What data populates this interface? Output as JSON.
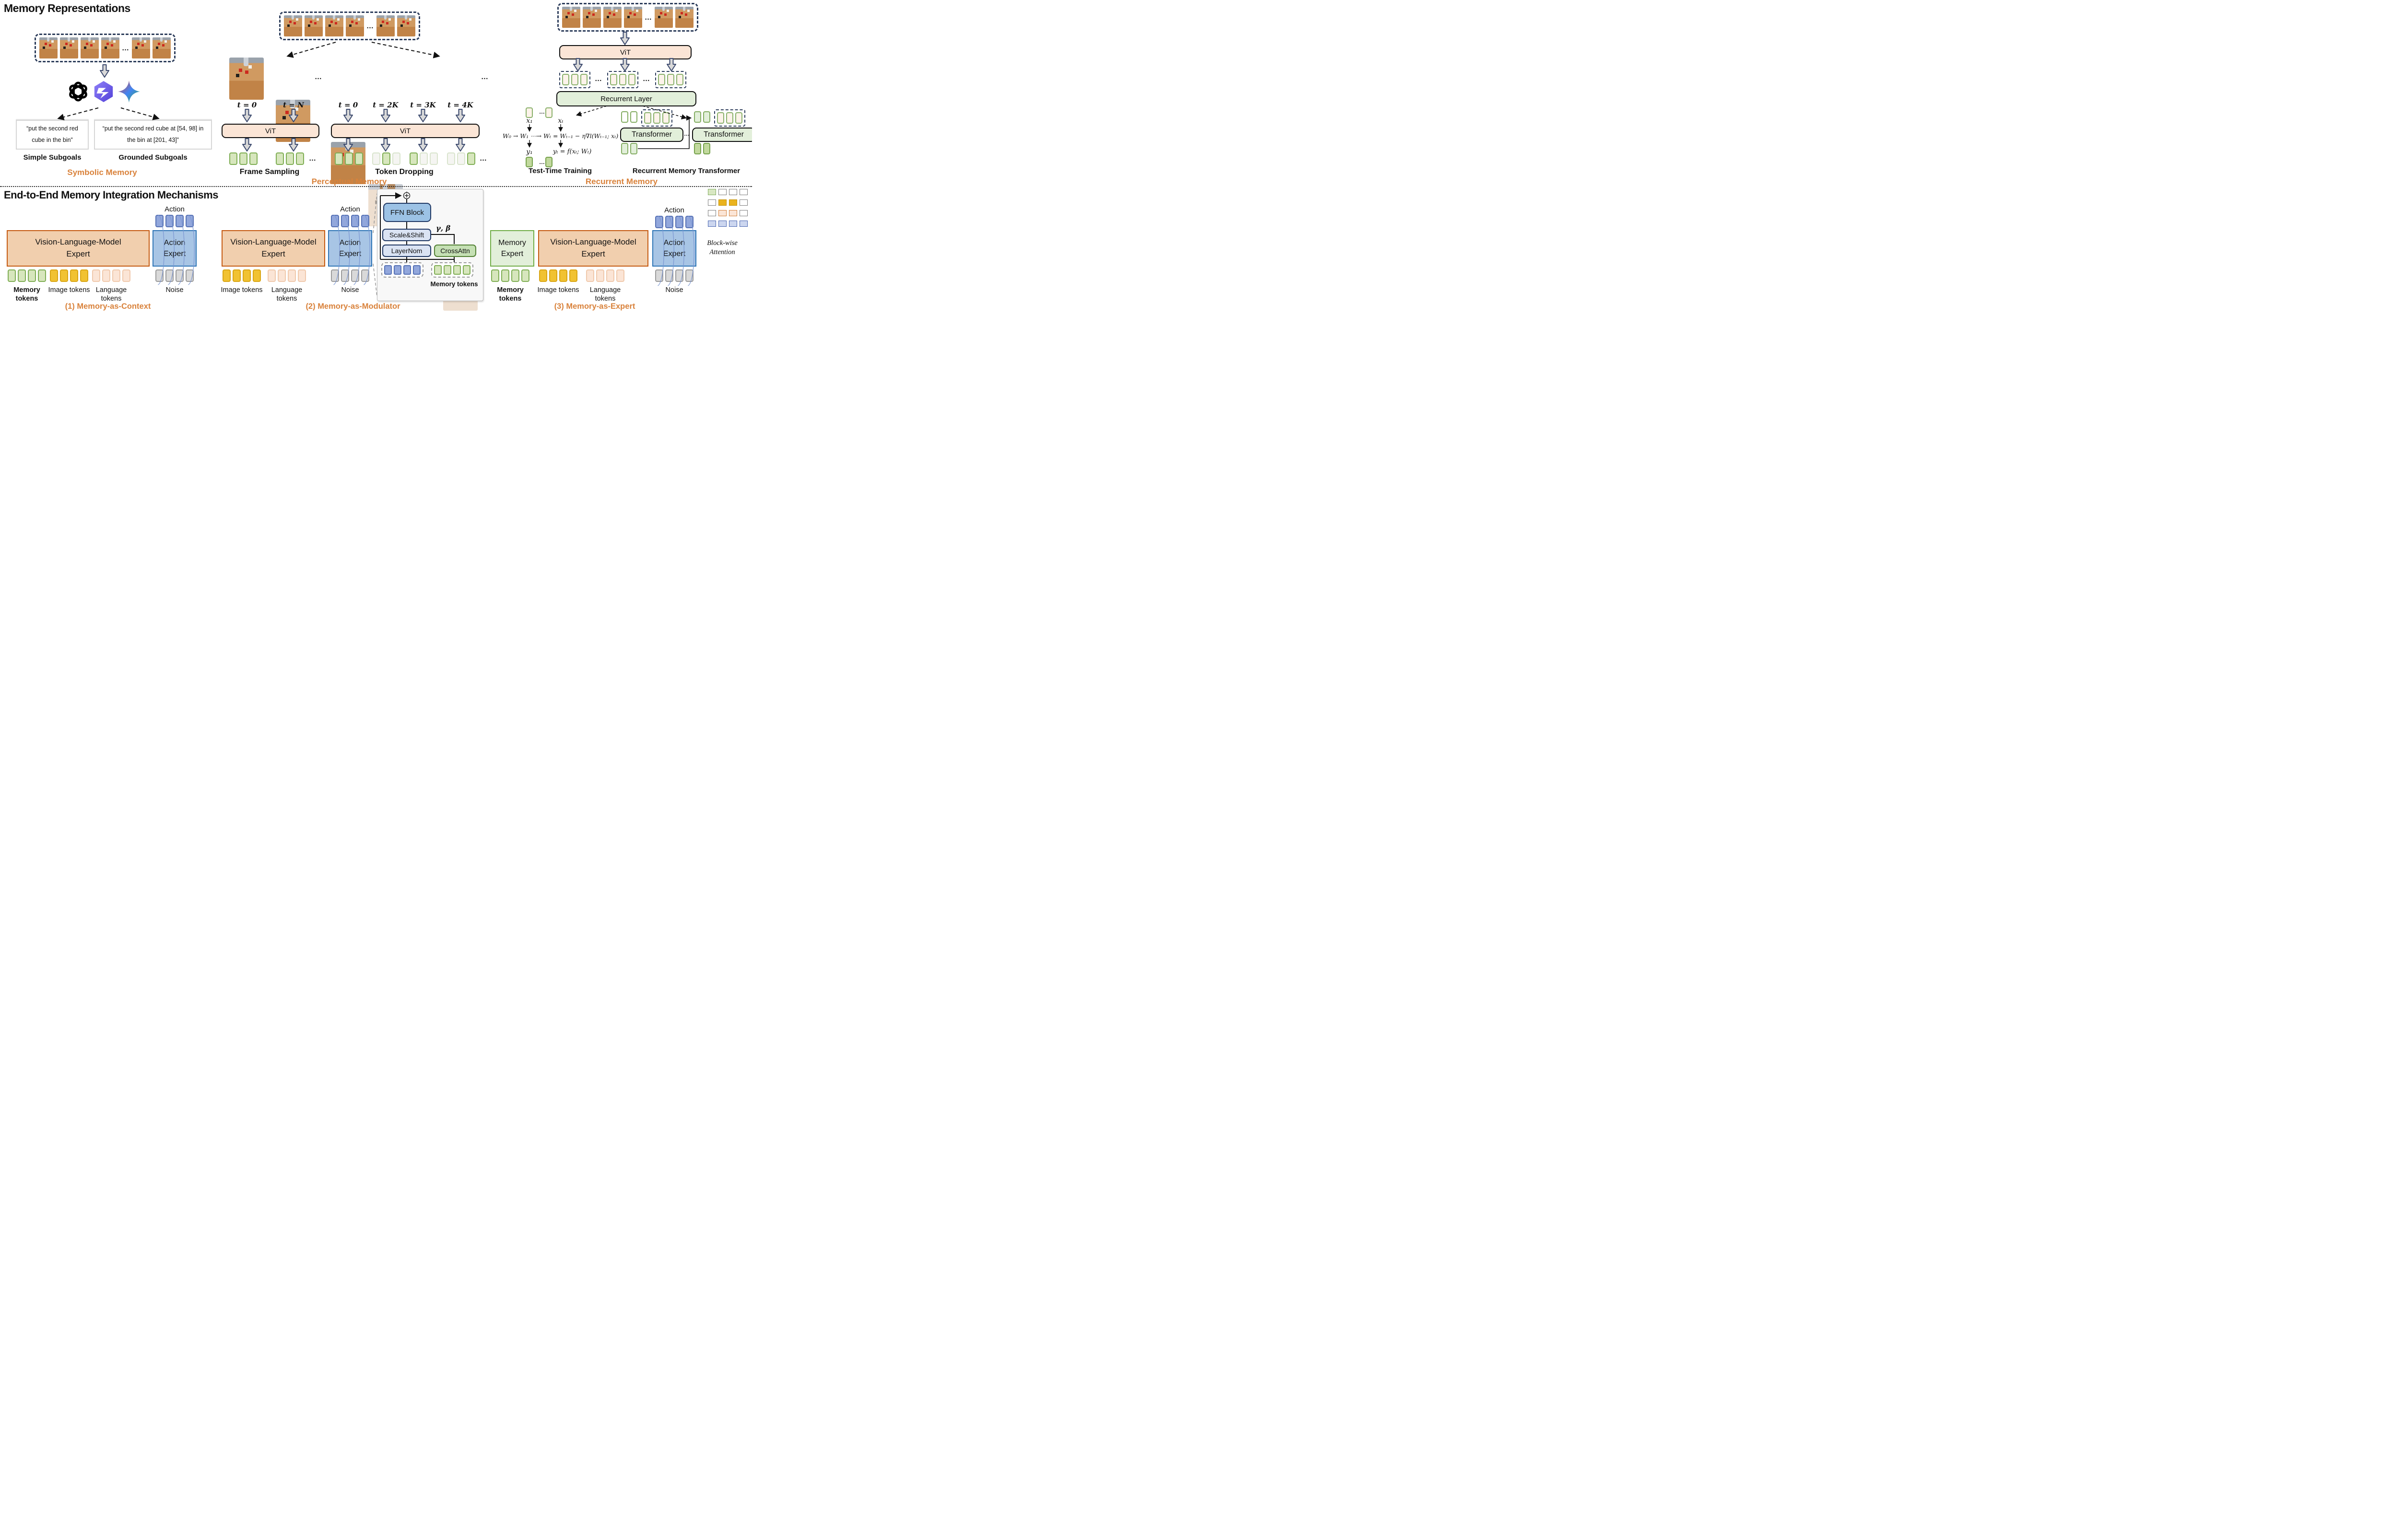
{
  "top": {
    "title": "Memory Representations",
    "ellipsis": "…",
    "symbolic": {
      "simple_text": "“put the second red cube in the bin”",
      "grounded_text": "“put the second red cube at [54, 98] in the bin at [201, 43]”",
      "simple_label": "Simple Subgoals",
      "grounded_label": "Grounded Subgoals",
      "caption": "Symbolic Memory"
    },
    "perceptual": {
      "frame_sampling": {
        "t_labels": [
          "t = 0",
          "t = N"
        ],
        "vit": "ViT",
        "label": "Frame Sampling"
      },
      "token_dropping": {
        "t_labels": [
          "t = 0",
          "t = 2K",
          "t = 3K",
          "t = 4K"
        ],
        "vit": "ViT",
        "label": "Token Dropping"
      },
      "caption": "Perceptual Memory"
    },
    "recurrent": {
      "vit": "ViT",
      "recurrent_layer": "Recurrent Layer",
      "ttt": {
        "x1": "x₁",
        "xt": "xₜ",
        "w_row": "W₀ → W₁ ⋯→ Wₜ = Wₜ₋₁ − η∇l(Wₜ₋₁; xₜ)",
        "y1": "y₁",
        "yt_eq": "yₜ = f(xₜ; Wₜ)",
        "label": "Test-Time Training"
      },
      "rmt": {
        "transformer": "Transformer",
        "label": "Recurrent Memory Transformer"
      },
      "caption": "Recurrent Memory"
    }
  },
  "bottom": {
    "title": "End-to-End Memory Integration Mechanisms",
    "common": {
      "action": "Action",
      "vlm": "Vision-Language-Model Expert",
      "action_expert": "Action Expert",
      "memory_expert": "Memory Expert",
      "memory_tokens": "Memory tokens",
      "image_tokens": "Image tokens",
      "language_tokens": "Language tokens",
      "noise": "Noise"
    },
    "mech1": {
      "caption": "(1) Memory-as-Context"
    },
    "mech2": {
      "caption": "(2) Memory-as-Modulator",
      "popup": {
        "ffn": "FFN Block",
        "scale_shift": "Scale&Shift",
        "layernorm": "LayerNom",
        "crossattn": "CrossAttn",
        "gamma_beta": "γ, β",
        "memory_tokens": "Memory tokens"
      }
    },
    "mech3": {
      "caption": "(3) Memory-as-Expert"
    },
    "legend": {
      "label": "Block-wise Attention"
    },
    "colors": {
      "accent": "#d9823b",
      "vlm_fill": "#f1cfae",
      "action_fill": "#a8c5e5",
      "memory_fill": "#e2efda"
    }
  }
}
